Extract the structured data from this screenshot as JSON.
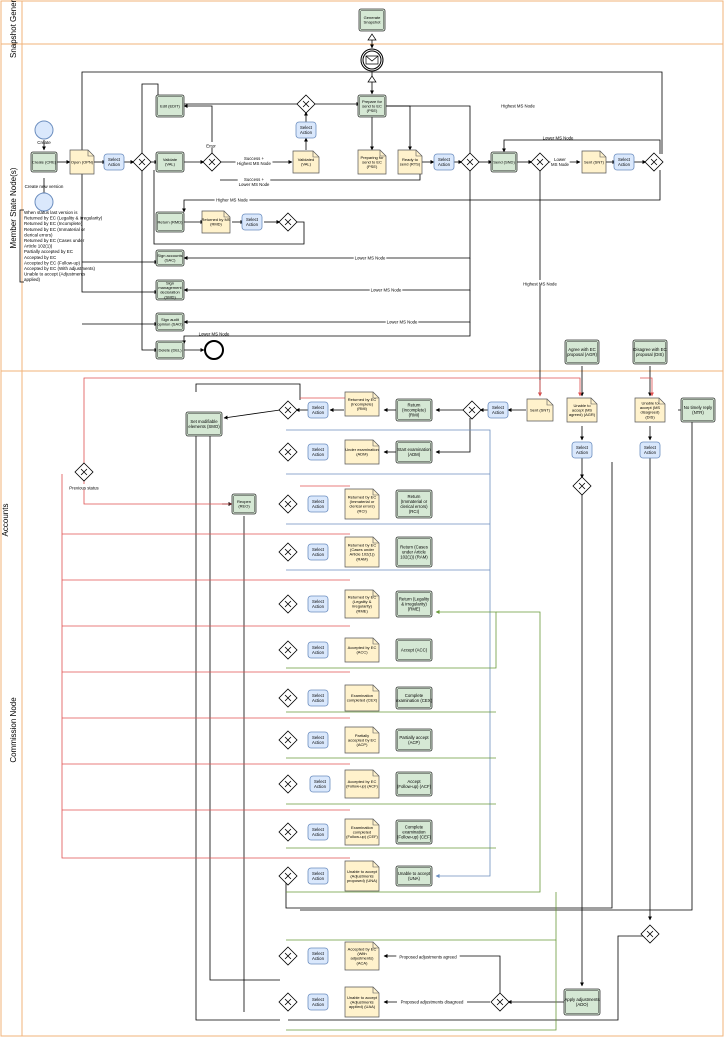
{
  "lanes": [
    {
      "id": "snap",
      "label": "Snapshot Generator"
    },
    {
      "id": "ms",
      "label": "Member State Node(s)"
    },
    {
      "id": "com",
      "label": "Commission Node"
    }
  ],
  "pool_label": "Accounts",
  "colors": {
    "task_fill": "#d5e8d4",
    "task_stroke": "#333333",
    "action_fill": "#dae8fc",
    "action_stroke": "#6c8ebf",
    "state_fill": "#fff2cc",
    "red": "#e05050",
    "blue": "#6c8ebf",
    "green": "#6a9a3a",
    "lane_line": "#f2b37a"
  },
  "events": {
    "create": "Create",
    "create_new_version": "Create new version"
  },
  "tasks": [
    {
      "id": "gen",
      "label": "Generate Snapshot"
    },
    {
      "id": "cre",
      "label": "Create (CRE)"
    },
    {
      "id": "edi",
      "label": "Edit (EDIT)"
    },
    {
      "id": "val",
      "label": "Validate (VAL)"
    },
    {
      "id": "pse",
      "label": "Prepare for send to EC (PSE)"
    },
    {
      "id": "snd",
      "label": "Send (SND)"
    },
    {
      "id": "rmd",
      "label": "Return (RMD)"
    },
    {
      "id": "sac",
      "label": "Sign accounts (SAC)"
    },
    {
      "id": "smd",
      "label": "Sign management declaration (SMD)"
    },
    {
      "id": "sao",
      "label": "Sign audit opinion (SAO)"
    },
    {
      "id": "del",
      "label": "Delete (DEL)"
    },
    {
      "id": "agr",
      "label": "Agree with EC proposal (AGR)"
    },
    {
      "id": "dis",
      "label": "Disagree with EC proposal (DIS)"
    },
    {
      "id": "smo",
      "label": "Set modifiable elements (SMO)"
    },
    {
      "id": "reo",
      "label": "Reopen (REO)"
    },
    {
      "id": "rmi",
      "label": "Return (Incomplete) (RMI)"
    },
    {
      "id": "adm",
      "label": "Start examination (ADM)"
    },
    {
      "id": "rci",
      "label": "Return (Immaterial or clerical errors) (RCI)"
    },
    {
      "id": "ram",
      "label": "Return (Cases under Article 102(1)) (RAM)"
    },
    {
      "id": "rme",
      "label": "Return (Legality & irregularity) (RME)"
    },
    {
      "id": "acc",
      "label": "Accept (ACC)"
    },
    {
      "id": "cex",
      "label": "Complete examination (CEX)"
    },
    {
      "id": "acp",
      "label": "Partially accept (ACP)"
    },
    {
      "id": "acf",
      "label": "Accept (Follow-up) (ACF)"
    },
    {
      "id": "cef",
      "label": "Complete examination (Follow-up) (CEF)"
    },
    {
      "id": "una",
      "label": "Unable to accept (UNA)"
    },
    {
      "id": "ntr",
      "label": "No timely reply (NTR)"
    },
    {
      "id": "ado",
      "label": "Apply adjustments (ADO)"
    }
  ],
  "states": [
    {
      "id": "opn",
      "label": "Open (OPN)"
    },
    {
      "id": "vld",
      "label": "Validated (VAL)"
    },
    {
      "id": "pse_s",
      "label": "Preparing for send to EC (PSE)"
    },
    {
      "id": "rts",
      "label": "Ready to send (RTS)"
    },
    {
      "id": "snt",
      "label": "Sent (SNT)"
    },
    {
      "id": "rmd_s",
      "label": "Returned by MS (RMD)"
    },
    {
      "id": "snt2",
      "label": "Sent (SNT)"
    },
    {
      "id": "agr_s",
      "label": "Unable to accept (MS agreed) (AGR)"
    },
    {
      "id": "dis_s",
      "label": "Unable to accept (MS disagreed) (DIS)"
    },
    {
      "id": "rmi_s",
      "label": "Returned by EC (Incomplete) (RMI)"
    },
    {
      "id": "adm_s",
      "label": "Under examination (ADM)"
    },
    {
      "id": "rci_s",
      "label": "Returned by EC (Immaterial or clerical errors) (RCI)"
    },
    {
      "id": "ram_s",
      "label": "Returned by EC (Cases under Article 102(1)) (RAM)"
    },
    {
      "id": "rme_s",
      "label": "Returned by EC (Legality & irregularity) (RME)"
    },
    {
      "id": "acc_s",
      "label": "Accepted by EC (ACC)"
    },
    {
      "id": "cex_s",
      "label": "Examination completed (CEX)"
    },
    {
      "id": "acp_s",
      "label": "Partially accepted by EC (ACP)"
    },
    {
      "id": "acf_s",
      "label": "Accepted by EC (Follow-up) (ACF)"
    },
    {
      "id": "cef_s",
      "label": "Examination completed (Follow-up) (CEF)"
    },
    {
      "id": "una_s",
      "label": "Unable to accept (Adjustments proposed) (UNA)"
    },
    {
      "id": "aca_s",
      "label": "Accepted by EC (With adjustments) (ACA)"
    },
    {
      "id": "uaa_s",
      "label": "Unable to accept (Adjustments applied) (UAA)"
    }
  ],
  "select_action": "Select Action",
  "edge_labels": {
    "error": "Error",
    "success_highest": "Success + Highest MS Node",
    "success_lower": "Success + Lower MS Node",
    "highest_ms": "Highest MS Node",
    "lower_ms": "Lower MS Node",
    "higher_ms": "Higher MS Node",
    "previous_status": "Previous status",
    "prop_agreed": "Proposed adjustments agreed",
    "prop_disagreed": "Proposed adjustments disagreed"
  },
  "annotation": [
    "When status last version is",
    "Returned by EC (Legality & irregularity)",
    "Returned by EC (Incomplete)",
    "Returned by EC (Immaterial or",
    "clerical errors)",
    "Returned by EC (Cases under",
    "Article 102(1))",
    "Partially accepted by EC",
    "Accepted by EC",
    "Accepted by EC (Follow-up)",
    "Accepted by EC (With adjustments)",
    "Unable to accept (Adjustments",
    "applied)"
  ]
}
